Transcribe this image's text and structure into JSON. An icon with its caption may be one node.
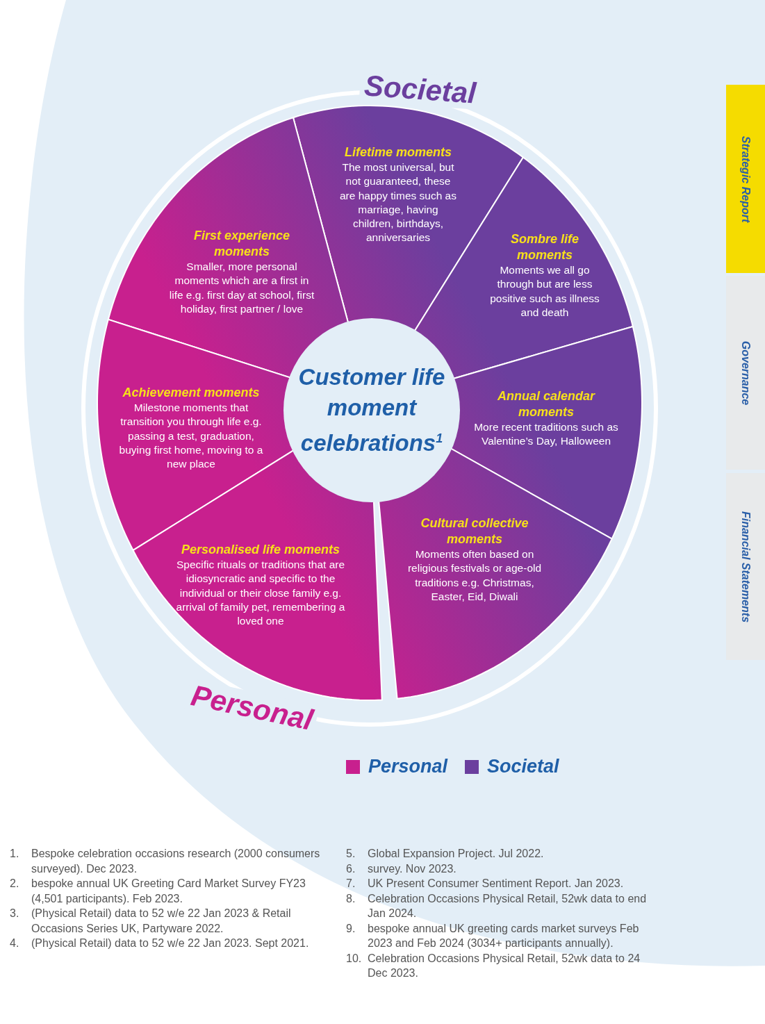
{
  "diagram": {
    "nodes": [
      {
        "text": [
          "Customer life moment celebrations$^{1}$"
        ]
      },
      {
        "text": [
          "Lifetime moments",
          "The most universal, but not guaranteed, these are happy times such as marriage, having children, birthdays, anniversaries"
        ]
      },
      {
        "text": [
          "First experience moments",
          "Smaller, more personal moments which are a first in life e.g. first day at school, first holiday, first partner / love"
        ]
      },
      {
        "text": [
          "Sombre life moments",
          "Moments we all go through but are less positive such as illness and death"
        ]
      },
      {
        "text": [
          "Achievement moments",
          "Milestone moments that transition you through life e.g. passing a test, graduation, buying first home, moving to a new place"
        ]
      },
      {
        "text": [
          "Annual calendar moments",
          "More recent traditions such as Valentine’s Day, Halloween"
        ]
      },
      {
        "text": [
          "Cultural collective moments",
          "Moments often based on religious festivals or age-old traditions e.g. Christmas, Easter, Eid, Diwali"
        ]
      },
      {
        "text": [
          "Personalised life moments",
          "Specific rituals or traditions that are idiosyncratic and specific to the individual or their close family e.g. arrival of family pet, remembering a loved one"
        ]
      }
    ],
    "edges": [],
    "labels": [
      "Societal",
      "Strategic Report",
      "Governance",
      "Financial Statements",
      "Personal",
      "1.",
      "Bespoke celebration occasions research (2000 consumers surveyed). Dec 2023.",
      "2.",
      "bespoke annual UK Greeting Card Market Survey FY23 (4,501 participants). Feb 2023.",
      "3.",
      "(Physical Retail) data to 52 w/e 22 Jan 2023 & Retail Occasions Series UK, Partyware 2022.",
      "4.",
      "(Physical Retail) data to 52 w/e 22 Jan 2023. Sept 2021.",
      "5.",
      "Global Expansion Project. Jul 2022.",
      "6.",
      "survey. Nov 2023.",
      "7.",
      "UK Present Consumer Sentiment Report. Jan 2023.",
      "8.",
      "Celebration Occasions Physical Retail, 52wk data to end Jan 2024.",
      "9.",
      "bespoke annual UK greeting cards market surveys Feb 2023 and Feb 2024 (3034+ participants annually).",
      "10.",
      "Celebration Occasions Physical Retail, 52wk data to 24 Dec 2023."
    ],
    "legend": [
      {
        "text": "Personal",
        "color": "#c8208e"
      },
      {
        "text": "Societal",
        "color": "#6b3f9e"
      }
    ]
  }
}
